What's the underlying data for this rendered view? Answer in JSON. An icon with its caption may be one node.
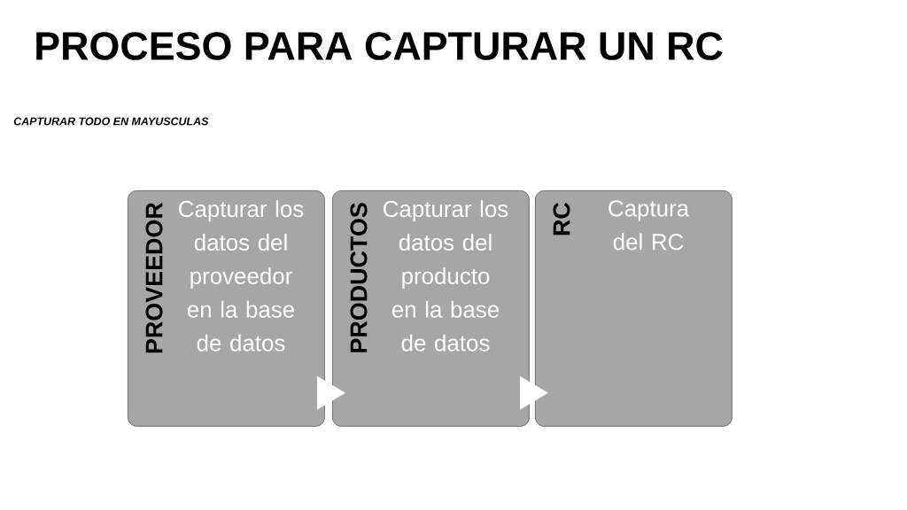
{
  "diagram": {
    "title": "PROCESO PARA CAPTURAR UN RC",
    "nodes": [
      {
        "text": [
          "PROVEEDOR",
          "Capturar los datos del proveedor en la base de datos"
        ]
      },
      {
        "text": [
          "PRODUCTOS",
          "Capturar los datos del producto en la base de datos"
        ]
      },
      {
        "text": [
          "RC",
          "Captura del RC"
        ]
      }
    ],
    "edges": [
      {
        "from": 0,
        "to": 1,
        "arrow": "to"
      },
      {
        "from": 1,
        "to": 2,
        "arrow": "to"
      }
    ],
    "labels": [
      "CAPTURAR TODO EN MAYUSCULAS"
    ]
  }
}
